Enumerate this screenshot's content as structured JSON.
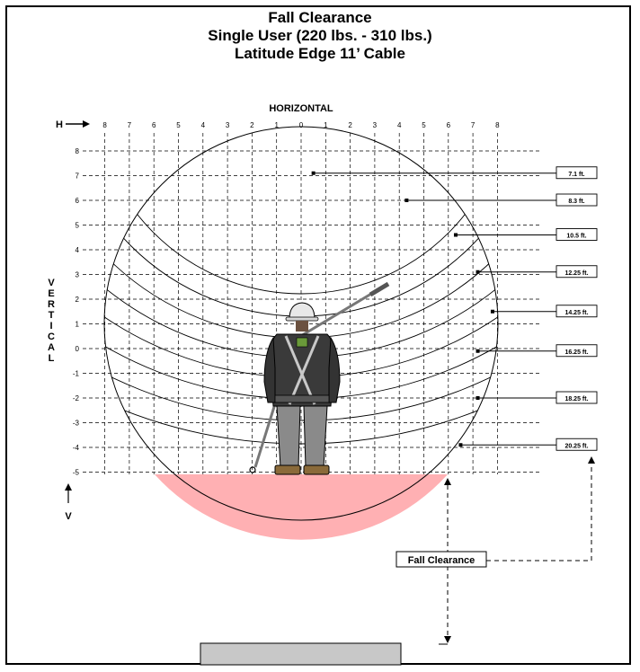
{
  "title": {
    "line1": "Fall Clearance",
    "line2": "Single User (220 lbs. - 310 lbs.)",
    "line3": "Latitude Edge 11’ Cable"
  },
  "axes": {
    "horizontal_label": "HORIZONTAL",
    "vertical_label": "VERTICAL",
    "h_marker": "H",
    "v_marker": "V",
    "x_ticks": [
      "8",
      "7",
      "6",
      "5",
      "4",
      "3",
      "2",
      "1",
      "0",
      "1",
      "2",
      "3",
      "4",
      "5",
      "6",
      "7",
      "8"
    ],
    "y_ticks": [
      "8",
      "7",
      "6",
      "5",
      "4",
      "3",
      "2",
      "1",
      "0",
      "-1",
      "-2",
      "-3",
      "-4",
      "-5"
    ]
  },
  "clearance_labels": [
    {
      "text": "7.1 ft.",
      "x": 0.5,
      "y": 7.1
    },
    {
      "text": "8.3 ft.",
      "x": 4.3,
      "y": 6.0
    },
    {
      "text": "10.5 ft.",
      "x": 6.3,
      "y": 4.6
    },
    {
      "text": "12.25 ft.",
      "x": 7.2,
      "y": 3.1
    },
    {
      "text": "14.25 ft.",
      "x": 7.8,
      "y": 1.5
    },
    {
      "text": "16.25 ft.",
      "x": 7.2,
      "y": -0.1
    },
    {
      "text": "18.25 ft.",
      "x": 7.2,
      "y": -2.0
    },
    {
      "text": "20.25 ft.",
      "x": 6.5,
      "y": -3.9
    }
  ],
  "fall_clearance_label": "Fall Clearance",
  "colors": {
    "clearance_fill": "#ffb0b3",
    "ground": "#c8c8c8",
    "line": "#000000"
  }
}
